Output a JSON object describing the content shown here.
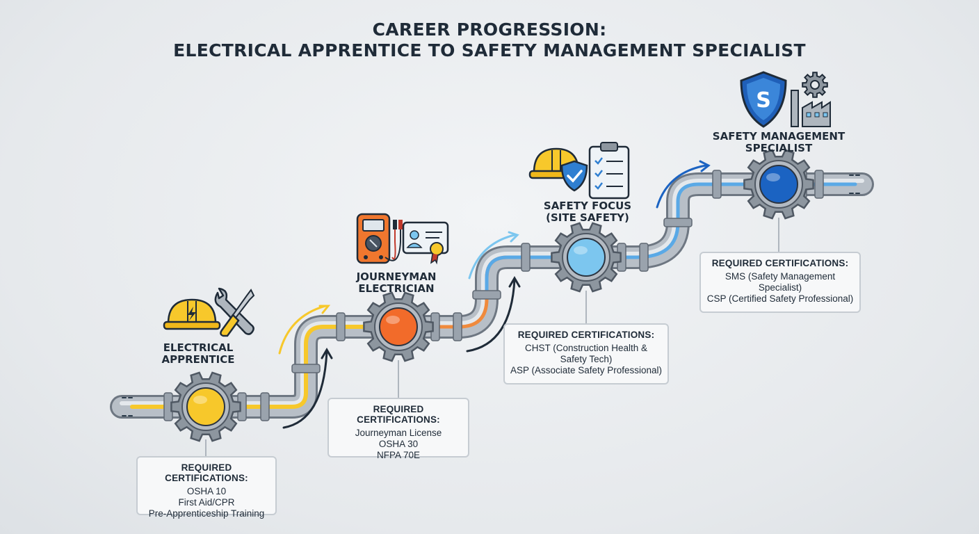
{
  "title": {
    "line1": "CAREER PROGRESSION:",
    "line2": "ELECTRICAL APPRENTICE TO SAFETY MANAGEMENT SPECIALIST"
  },
  "stages": [
    {
      "label_lines": [
        "ELECTRICAL",
        "APPRENTICE"
      ],
      "node_color": "#f7c82b",
      "icons": [
        "hard-hat-icon",
        "wrench-screwdriver-icon"
      ],
      "cert_heading": "REQUIRED CERTIFICATIONS:",
      "cert_items": [
        "OSHA 10",
        "First Aid/CPR",
        "Pre-Apprenticeship Training"
      ]
    },
    {
      "label_lines": [
        "JOURNEYMAN",
        "ELECTRICIAN"
      ],
      "node_color": "#f26b2a",
      "icons": [
        "multimeter-icon",
        "license-card-icon"
      ],
      "cert_heading": "REQUIRED CERTIFICATIONS:",
      "cert_items": [
        "Journeyman License",
        "OSHA 30",
        "NFPA 70E"
      ]
    },
    {
      "label_lines": [
        "SAFETY FOCUS",
        "(SITE SAFETY)"
      ],
      "node_color": "#7cc6ef",
      "icons": [
        "hard-hat-shield-icon",
        "clipboard-checklist-icon"
      ],
      "cert_heading": "REQUIRED CERTIFICATIONS:",
      "cert_items": [
        "CHST (Construction Health &",
        "Safety Tech)",
        "ASP (Associate Safety Professional)"
      ]
    },
    {
      "label_lines": [
        "SAFETY MANAGEMENT",
        "SPECIALIST"
      ],
      "node_color": "#1b63c2",
      "icons": [
        "shield-s-icon",
        "factory-gear-icon"
      ],
      "shield_letter": "S",
      "cert_heading": "REQUIRED CERTIFICATIONS:",
      "cert_items": [
        "SMS (Safety Management",
        "Specialist)",
        "CSP (Certified Safety Professional)"
      ]
    }
  ],
  "colors": {
    "pipe": "#a9b1ba",
    "pipe_dark": "#6b7480",
    "gear": "#8d969f",
    "text": "#1f2b38",
    "yellow": "#f7c82b",
    "orange": "#f26b2a",
    "light_blue": "#7cc6ef",
    "blue": "#1b63c2"
  }
}
